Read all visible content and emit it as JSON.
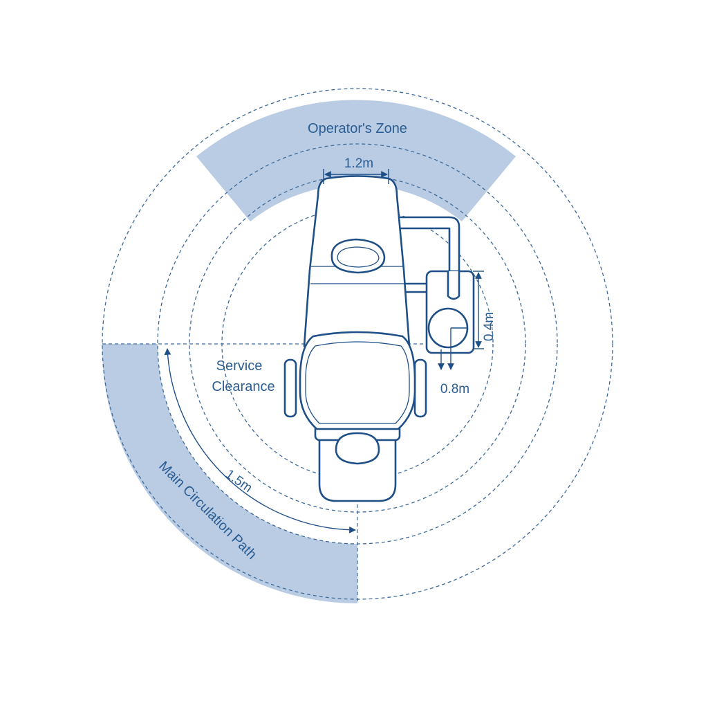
{
  "diagram": {
    "zones": {
      "operator": {
        "label": "Operator's Zone"
      },
      "circulation": {
        "label": "Main Circulation Path"
      },
      "service": {
        "label_line1": "Service",
        "label_line2": "Clearance"
      }
    },
    "dimensions": {
      "chair_width": "1.2m",
      "circulation_width": "1.5m",
      "unit_height": "0.4m",
      "unit_offset": "0.8m"
    },
    "colors": {
      "line": "#1e4f86",
      "zone_fill": "#b9cce3",
      "text": "#2a5d93"
    }
  }
}
